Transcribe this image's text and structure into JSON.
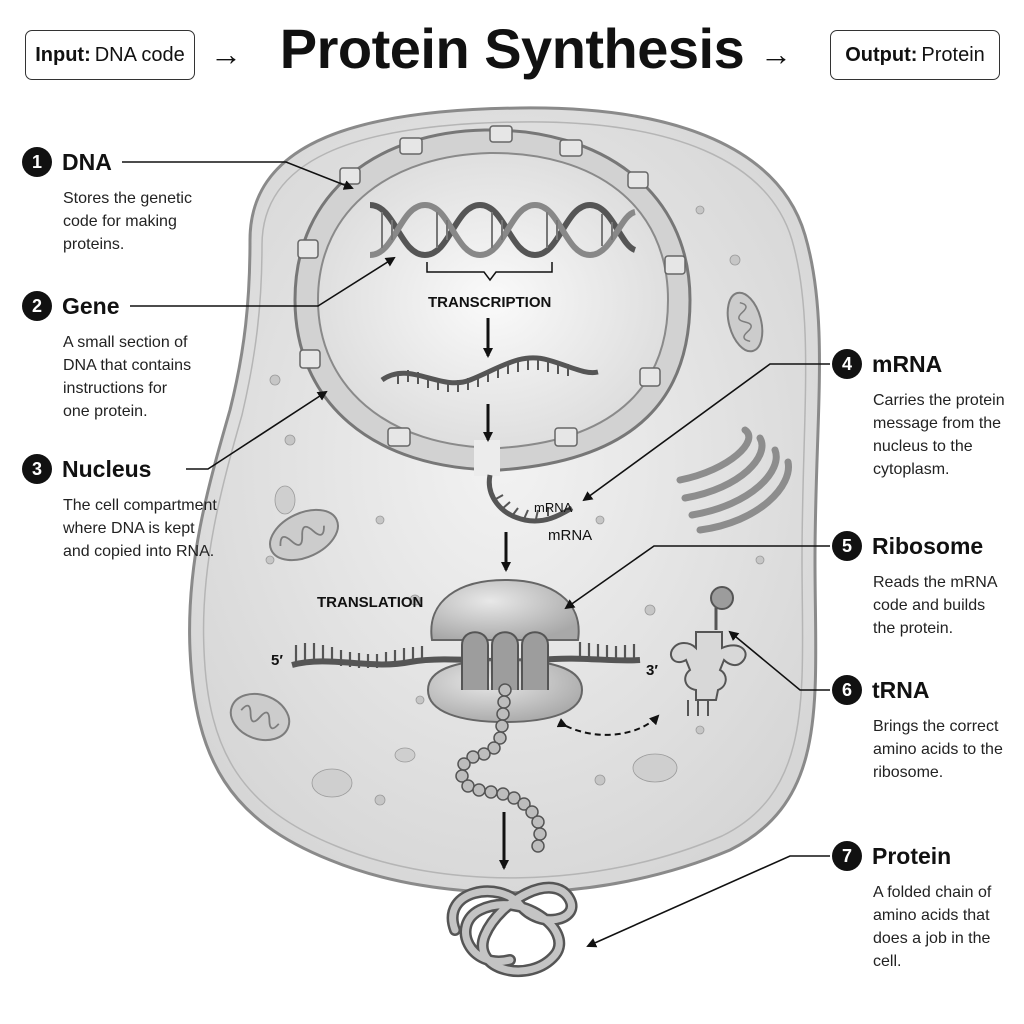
{
  "header": {
    "input_label": "Input:",
    "input_value": "DNA code",
    "title": "Protein Synthesis",
    "output_label": "Output:",
    "output_value": "Protein",
    "arrow_glyph": "→"
  },
  "callouts": [
    {
      "num": "1",
      "title": "DNA",
      "desc": "Stores the genetic code for making proteins."
    },
    {
      "num": "2",
      "title": "Gene",
      "desc": "A small section of DNA that contains instructions for one protein."
    },
    {
      "num": "3",
      "title": "Nucleus",
      "desc": "The cell compartment where DNA is kept and copied into RNA."
    },
    {
      "num": "4",
      "title": "mRNA",
      "desc": "Carries the protein message from the nucleus to the cytoplasm."
    },
    {
      "num": "5",
      "title": "Ribosome",
      "desc": "Reads the mRNA code and builds the protein."
    },
    {
      "num": "6",
      "title": "tRNA",
      "desc": "Brings the correct amino acids to the ribosome."
    },
    {
      "num": "7",
      "title": "Protein",
      "desc": "A folded chain of amino acids that does a job in the cell."
    }
  ],
  "diagram": {
    "transcription": "TRANSCRIPTION",
    "translation": "TRANSLATION",
    "mrna_label_1": "mRNA",
    "mrna_label_2": "mRNA",
    "five_prime": "5′",
    "three_prime": "3′"
  },
  "colors": {
    "ink": "#111111",
    "cell_fill": "#e4e4e4",
    "nucleus_fill": "#f3f3f3",
    "organelle_fill": "#c9c9c9"
  }
}
